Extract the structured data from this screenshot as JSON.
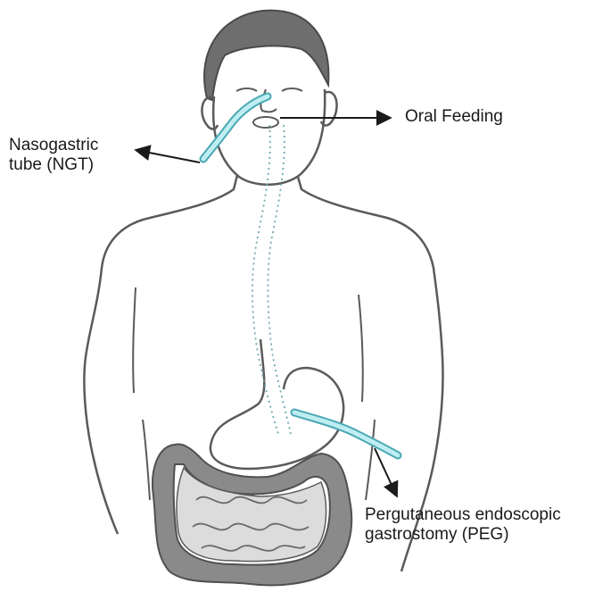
{
  "labels": {
    "ngt_line1": "Nasogastric",
    "ngt_line2": "tube (NGT)",
    "oral": "Oral Feeding",
    "peg_line1": "Pergutaneous endoscopic",
    "peg_line2": "gastrostomy (PEG)"
  },
  "colors": {
    "outline": "#5a5a5a",
    "hair": "#707070",
    "intestine_large": "#8a8a8a",
    "intestine_small": "#dcdcdc",
    "tube": "#8fd6dc",
    "tube_edge": "#4aa8b4",
    "arrow": "#1a1a1a"
  }
}
